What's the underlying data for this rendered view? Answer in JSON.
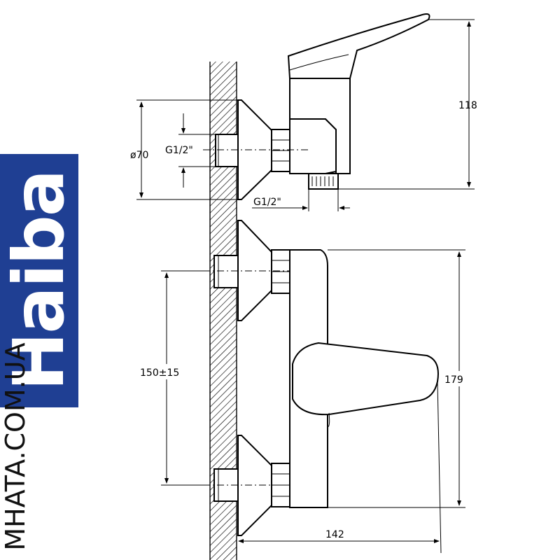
{
  "brand": {
    "logo_text": "Haiba",
    "logo_color": "#1f3f93",
    "site_text": "MHATA.COM.UA"
  },
  "dimensions": {
    "total_height_top": "118",
    "flange_diameter": "ø70",
    "inlet_thread": "G1/2\"",
    "outlet_thread": "G1/2\"",
    "inlet_spacing": "150±15",
    "front_height": "179",
    "depth": "142"
  }
}
